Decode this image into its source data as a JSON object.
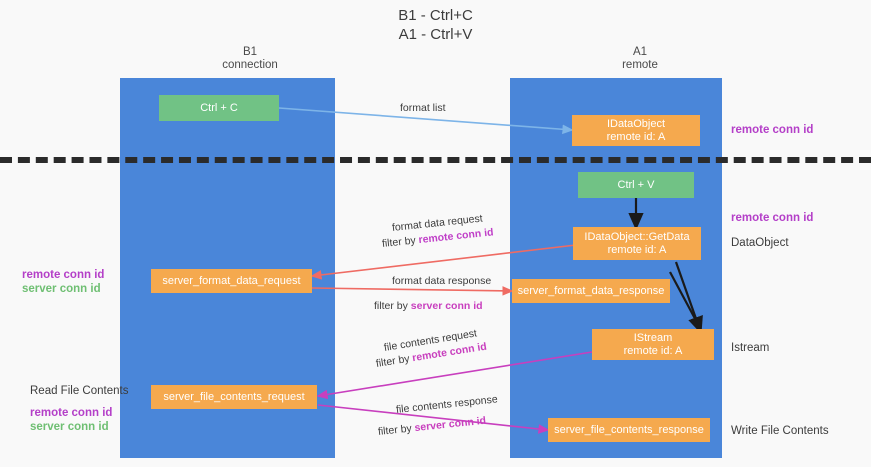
{
  "title": "B1 - Ctrl+C\nA1 - Ctrl+V",
  "columns": {
    "left": "B1\nconnection",
    "right": "A1\nremote"
  },
  "nodes": {
    "ctrl_c": "Ctrl + C",
    "ctrl_v": "Ctrl + V",
    "idataobject_top": "IDataObject\nremote id: A",
    "idataobject_getdata": "IDataObject::GetData\nremote id: A",
    "istream": "IStream\nremote id: A",
    "server_format_data_request": "server_format_data_request",
    "server_format_data_response": "server_format_data_response",
    "server_file_contents_request": "server_file_contents_request",
    "server_file_contents_response": "server_file_contents_response"
  },
  "edges": {
    "format_list": "format list",
    "format_data_request": "format data request",
    "format_data_request_filter_prefix": "filter by ",
    "format_data_request_filter_key": "remote conn id",
    "format_data_response": "format data response",
    "format_data_response_filter_prefix": "filter by ",
    "format_data_response_filter_key": "server conn id",
    "file_contents_request": "file contents request",
    "file_contents_request_filter_prefix": "filter by ",
    "file_contents_request_filter_key": "remote conn id",
    "file_contents_response": "file contents response",
    "file_contents_response_filter_prefix": "filter by ",
    "file_contents_response_filter_key": "server conn id"
  },
  "annotations": {
    "right_remote_conn_id_top": "remote conn id",
    "right_remote_conn_id_mid": "remote conn id",
    "right_dataobject": "DataObject",
    "right_istream": "Istream",
    "right_write_file_contents": "Write File Contents",
    "left_remote_conn_id": "remote conn id",
    "left_server_conn_id": "server conn id",
    "left_read_file_contents": "Read File Contents",
    "left_remote_conn_id_2": "remote conn id",
    "left_server_conn_id_2": "server conn id"
  },
  "colors": {
    "lane": "#4a86d9",
    "node_green": "#71c285",
    "node_orange": "#f5a94e",
    "accent_purple": "#b43fc8",
    "accent_green": "#6fbf73",
    "arrow_blue": "#7db4e8",
    "arrow_red": "#ef6b63",
    "arrow_magenta": "#c83fbe",
    "arrow_black": "#1a1a1a",
    "separator": "#2b2b2b"
  }
}
